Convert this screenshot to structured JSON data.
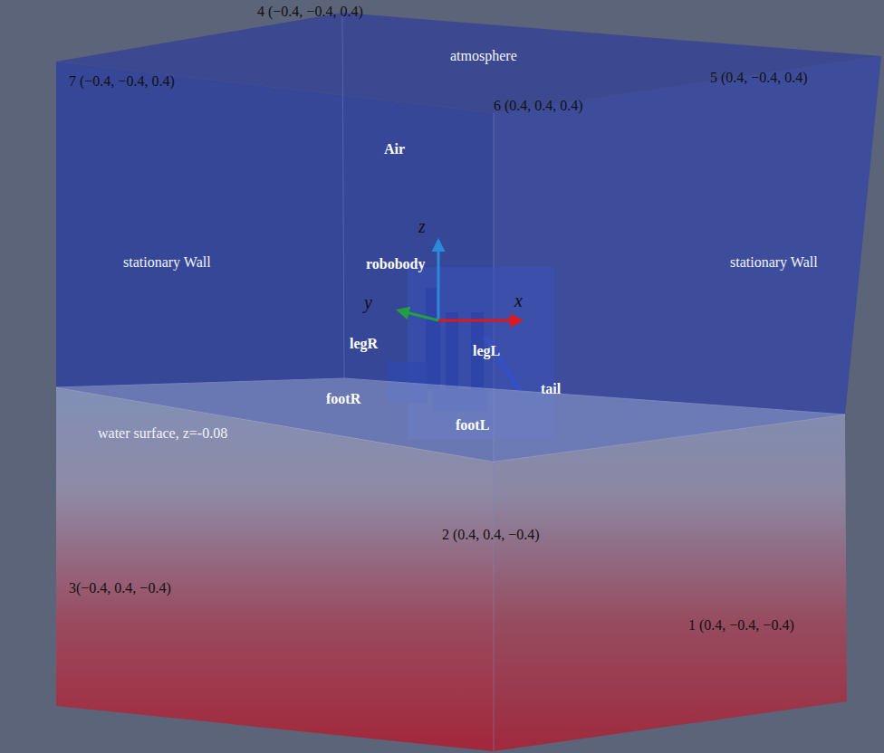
{
  "diagram": {
    "labels": [
      "4 (−0.4, −0.4, 0.4)",
      "atmosphere",
      "7 (−0.4, −0.4, 0.4)",
      "5 (0.4, −0.4, 0.4)",
      "6 (0.4, 0.4, 0.4)",
      "Air",
      "stationary Wall",
      "stationary Wall",
      "z",
      "robobody",
      "y",
      "x",
      "legR",
      "legL",
      "footR",
      "tail",
      "footL",
      "water surface, z=-0.08",
      "2 (0.4, 0.4, −0.4)",
      "3(−0.4, 0.4, −0.4)",
      "1 (0.4, −0.4, −0.4)"
    ]
  }
}
